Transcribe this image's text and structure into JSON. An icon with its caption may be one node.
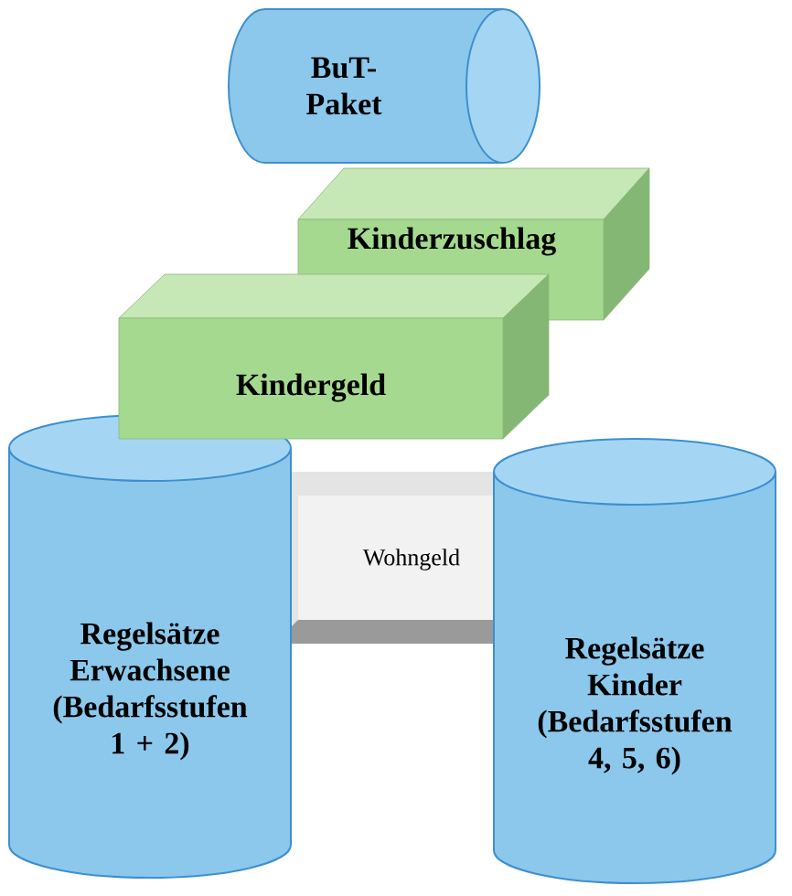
{
  "diagram": {
    "nodes": [
      {
        "text": [
          "BuT-Paket"
        ]
      },
      {
        "text": [
          "Kinderzuschlag"
        ]
      },
      {
        "text": [
          "Kindergeld"
        ]
      },
      {
        "text": [
          "Wohngeld"
        ]
      },
      {
        "text": [
          "Regelsätze Erwachsene (Bedarfsstufen 1 + 2)"
        ]
      },
      {
        "text": [
          "Regelsätze Kinder (Bedarfsstufen 4, 5, 6)"
        ]
      }
    ]
  }
}
